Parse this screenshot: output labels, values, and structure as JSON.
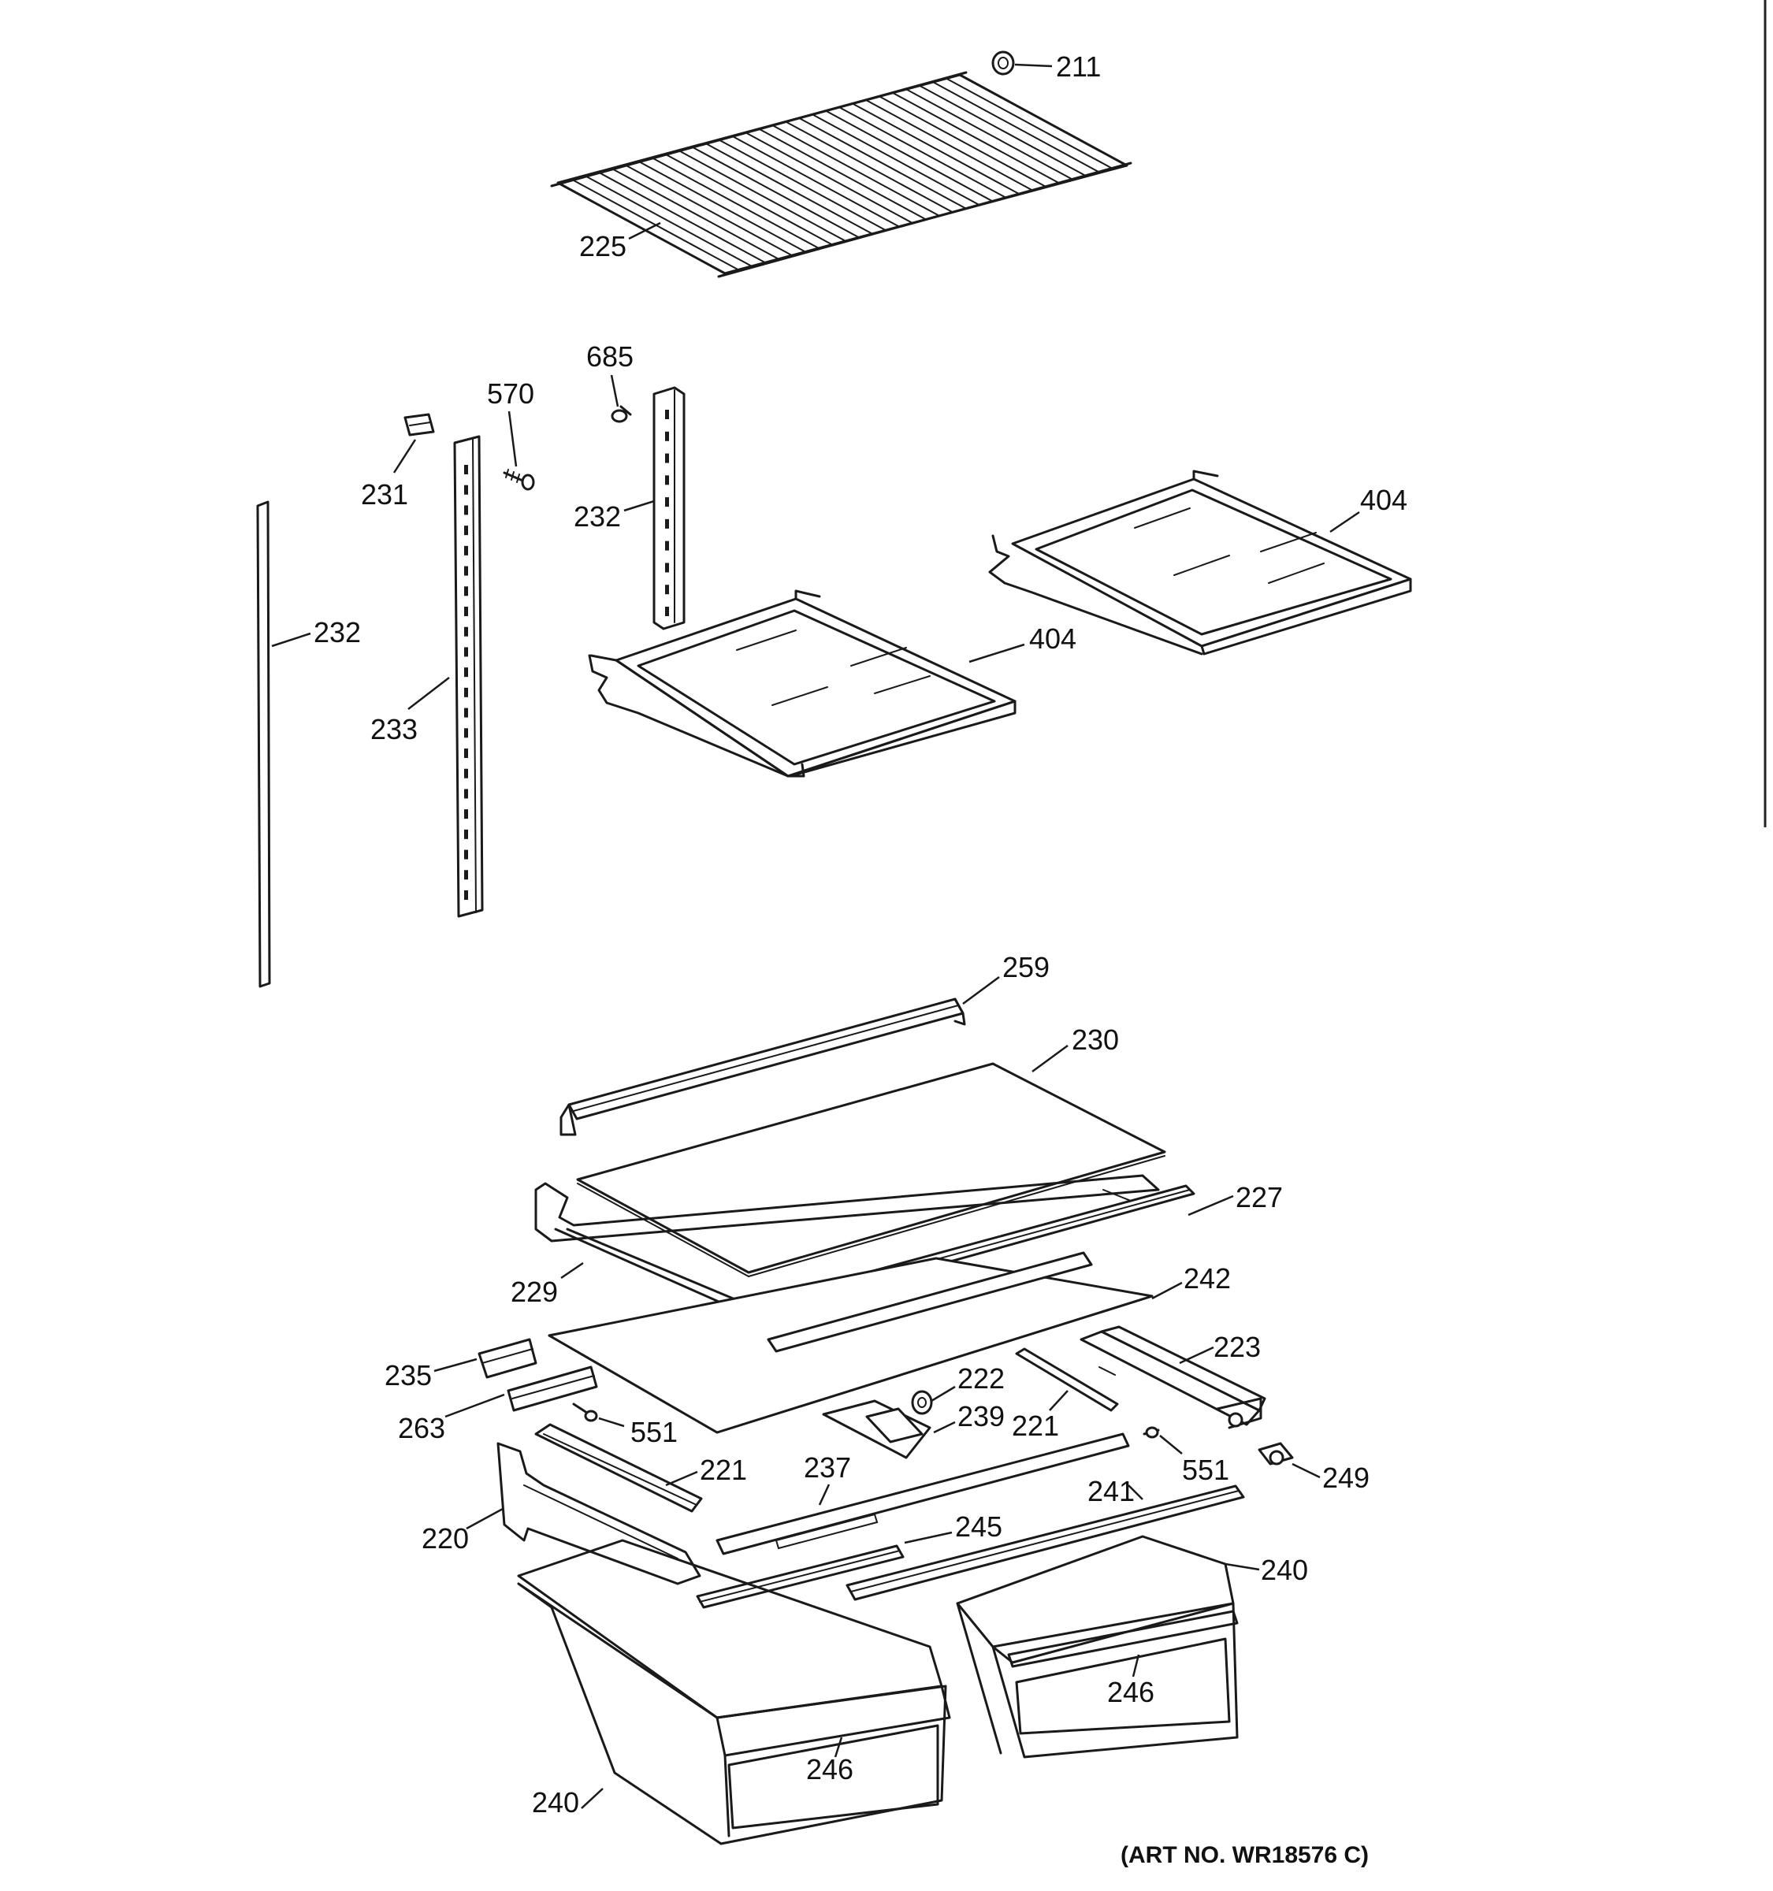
{
  "callouts": {
    "c211": "211",
    "c225": "225",
    "c685": "685",
    "c570": "570",
    "c231": "231",
    "c232_mid": "232",
    "c404_right": "404",
    "c232_left": "232",
    "c233": "233",
    "c404_center": "404",
    "c259": "259",
    "c230": "230",
    "c227": "227",
    "c229": "229",
    "c242": "242",
    "c235": "235",
    "c223": "223",
    "c222": "222",
    "c239": "239",
    "c221_right": "221",
    "c263": "263",
    "c551_left": "551",
    "c551_right": "551",
    "c249": "249",
    "c221_left": "221",
    "c237": "237",
    "c241": "241",
    "c220": "220",
    "c245": "245",
    "c240_right": "240",
    "c246_right": "246",
    "c246_left": "246",
    "c240_left": "240"
  },
  "art_number": "(ART NO. WR18576 C)"
}
